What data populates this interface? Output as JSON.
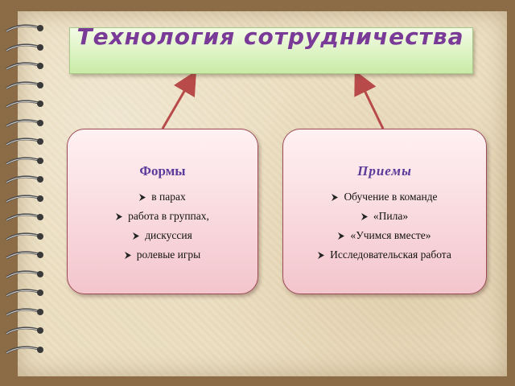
{
  "title": "Технология сотрудничества",
  "colors": {
    "title": "#7a3a97",
    "card_heading": "#5a3a9a",
    "arrow": "#b84a4a",
    "card_border": "#9b4b55"
  },
  "left_card": {
    "heading": "Формы",
    "items": [
      "в парах",
      "работа в группах,",
      "дискуссия",
      "ролевые игры"
    ]
  },
  "right_card": {
    "heading": "Приемы",
    "items": [
      "Обучение в команде",
      "«Пила»",
      "«Учимся вместе»",
      "Исследовательская работа"
    ]
  },
  "icons": {
    "bullet": "arrowhead-bullet-icon",
    "binding": "spiral-ring-icon"
  }
}
